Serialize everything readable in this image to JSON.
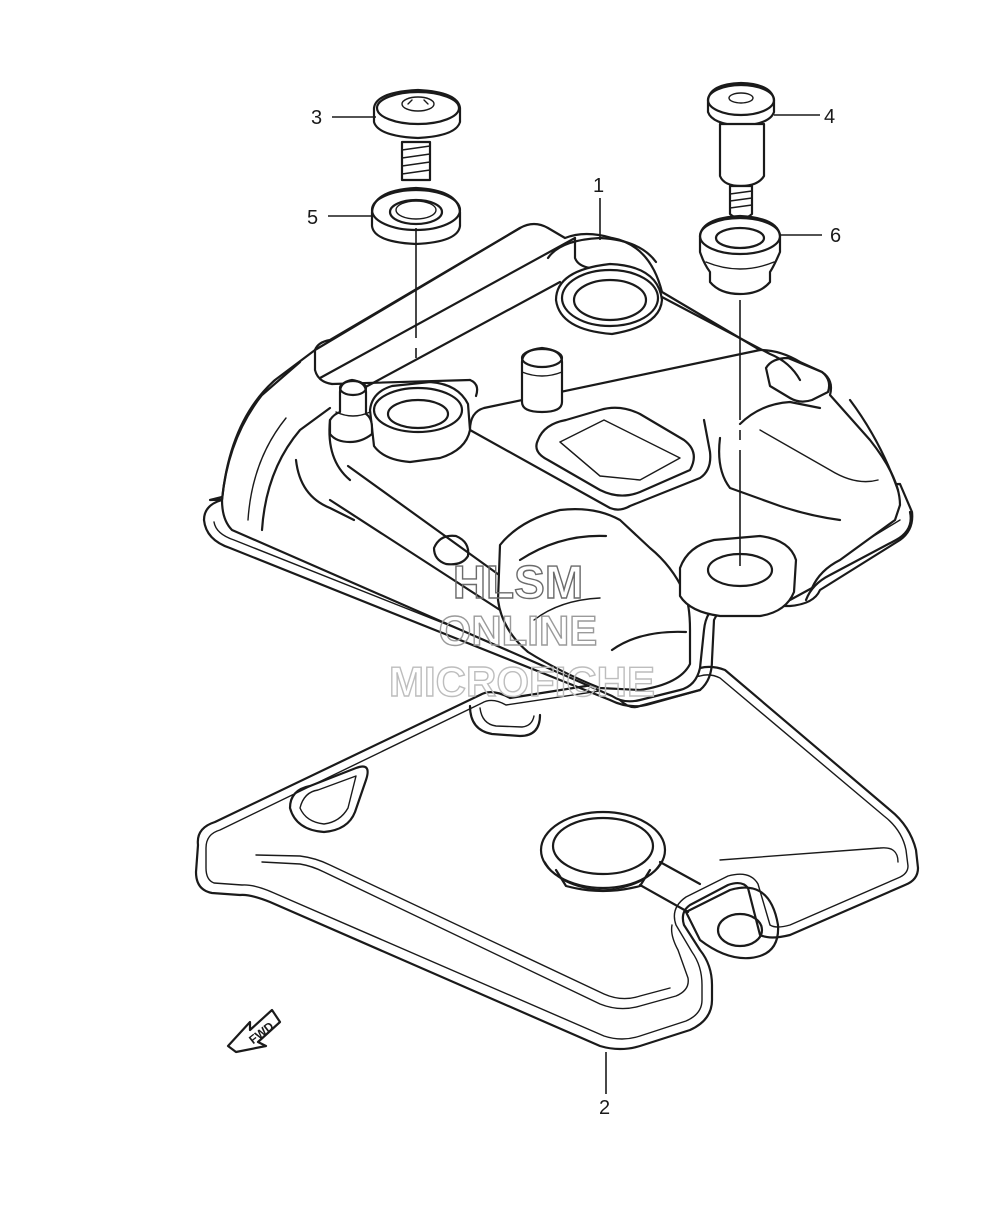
{
  "callouts": {
    "c1": "1",
    "c2": "2",
    "c3": "3",
    "c4": "4",
    "c5": "5",
    "c6": "6"
  },
  "watermark": {
    "line1": "HLSM",
    "line2": "ONLINE",
    "line3": "MICROFICHE"
  },
  "direction": {
    "label": "FWD",
    "icon": "forward-arrow-icon"
  },
  "colors": {
    "line": "#1a1a1a",
    "watermark": "#8c8c8c"
  }
}
